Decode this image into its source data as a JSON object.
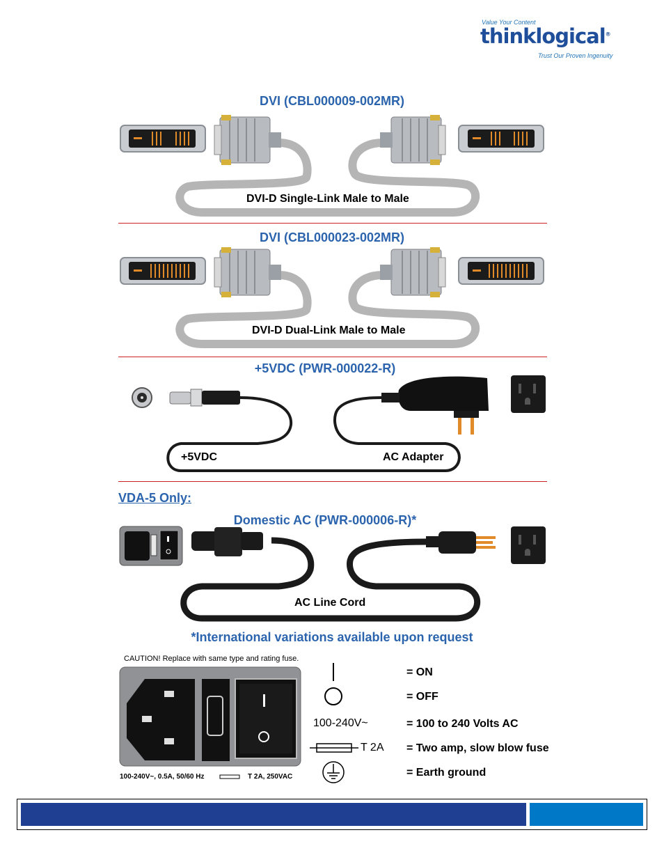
{
  "logo": {
    "tagline": "Value Your Content",
    "brand": "thinklogical",
    "registered": "®",
    "slogan": "Trust Our Proven Ingenuity"
  },
  "sections": {
    "dvi_single": {
      "title": "DVI (CBL000009-002MR)",
      "cable_label": "DVI-D Single-Link Male to Male"
    },
    "dvi_dual": {
      "title": "DVI (CBL000023-002MR)",
      "cable_label": "DVI-D Dual-Link Male to Male"
    },
    "power": {
      "title": "+5VDC (PWR-000022-R)",
      "left_label": "+5VDC",
      "right_label": "AC Adapter"
    },
    "vda": {
      "heading": "VDA-5 Only:",
      "title": "Domestic AC (PWR-000006-R)*",
      "cable_label": "AC Line Cord"
    }
  },
  "international_note": "*International variations available upon request",
  "fuse_module": {
    "caution": "CAUTION! Replace with same type and rating fuse.",
    "rating": "100-240V~, 0.5A, 50/60 Hz",
    "fuse_rating": "T 2A, 250VAC"
  },
  "legend": [
    {
      "symbol": "on-line-icon",
      "symbol_text": "",
      "meaning": "= ON"
    },
    {
      "symbol": "off-circle-icon",
      "symbol_text": "",
      "meaning": "= OFF"
    },
    {
      "symbol": "voltage-text",
      "symbol_text": "100-240V~",
      "meaning": "= 100 to 240 Volts AC"
    },
    {
      "symbol": "fuse-icon",
      "symbol_text": "T 2A",
      "meaning": "= Two amp, slow blow fuse"
    },
    {
      "symbol": "earth-ground-icon",
      "symbol_text": "",
      "meaning": "= Earth ground"
    }
  ],
  "colors": {
    "title_blue": "#2b64ad",
    "rule_red": "#cc2020",
    "footer_navy": "#1f3f93",
    "footer_blue": "#0078c8",
    "cable_grey": "#b5b5b5",
    "cord_black": "#1a1a1a"
  }
}
